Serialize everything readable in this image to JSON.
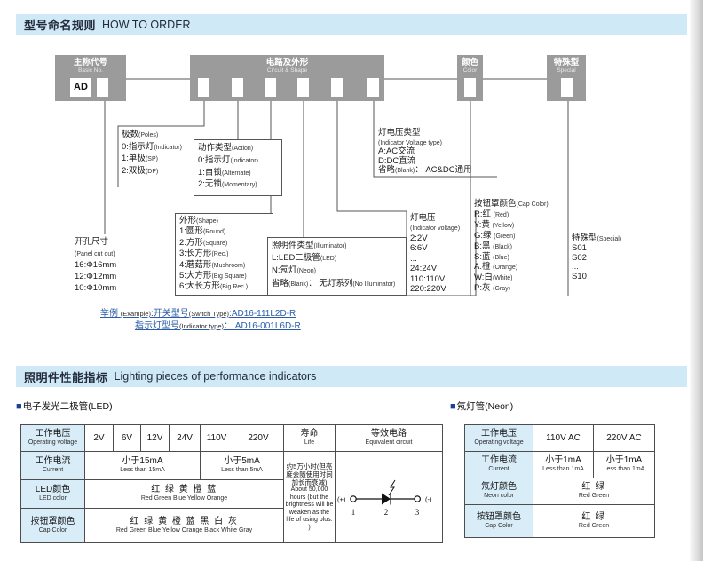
{
  "colors": {
    "header_bar": "#cfe9f6",
    "box_gray": "#9b9b9b",
    "link_blue": "#2b5ca8",
    "marker_blue": "#1c3f94",
    "table_header": "#d9edf8"
  },
  "section1": {
    "title_zh": "型号命名规则",
    "title_en": "HOW TO ORDER"
  },
  "section2": {
    "title_zh": "照明件性能指标",
    "title_en": "Lighting pieces of performance indicators"
  },
  "diagram": {
    "basic_no": {
      "label_zh": "主称代号",
      "label_en": "Basic No.",
      "code": "AD"
    },
    "circuit_shape": {
      "label_zh": "电路及外形",
      "label_en": "Circuit & Shape"
    },
    "color": {
      "label_zh": "颜色",
      "label_en": "Color"
    },
    "special": {
      "label_zh": "特殊型",
      "label_en": "Special"
    },
    "annotations": {
      "panel_cut": {
        "lines": [
          "开孔尺寸",
          "(Panel cut out)",
          "16:Φ16mm",
          "12:Φ12mm",
          "10:Φ10mm"
        ]
      },
      "poles": {
        "lines": [
          "极数(Poles)",
          "0:指示灯(Indicator)",
          "1:单极(SP)",
          "2:双极(DP)"
        ]
      },
      "action": {
        "lines": [
          "动作类型(Action)",
          "0:指示灯(Indicator)",
          "1:自锁(Alternate)",
          "2:无锁(Momentary)"
        ]
      },
      "shape": {
        "lines": [
          "外形(Shape)",
          "1:圆形(Round)",
          "2:方形(Square)",
          "3:长方形(Rec.)",
          "4:蘑菇形(Mushroom)",
          "5:大方形(Big Square)",
          "6:大长方形(Big Rec.)"
        ]
      },
      "illuminator": {
        "lines": [
          "照明件类型(Illuminator)",
          "L:LED二极管(LED)",
          "N:氖灯(Neon)",
          "省略(Blank)： 无灯系列(No Illuminator)"
        ]
      },
      "voltage": {
        "lines": [
          "灯电压",
          "(Indicator voltage)",
          "2:2V",
          "6:6V",
          "...",
          "24:24V",
          "110:110V",
          "220:220V"
        ]
      },
      "voltage_type": {
        "lines": [
          "灯电压类型",
          "(Indicator Voltage type)",
          "A:AC交流",
          "D:DC直流",
          "省略(Blank)： AC&DC通用"
        ]
      },
      "cap_color": {
        "lines": [
          "按钮罩颜色(Cap Color)",
          "R:红 (Red)",
          "Y:黄 (Yellow)",
          "G:绿 (Green)",
          "B:黑 (Black)",
          "S:蓝 (Blue)",
          "A:橙 (Orange)",
          "W:白(White)",
          "P:灰 (Gray)"
        ]
      },
      "special_list": {
        "lines": [
          "特殊型(Special)",
          "S01",
          "S02",
          "...",
          "S10",
          "..."
        ]
      }
    },
    "example": {
      "lines": [
        "举例 (Example):开关型号(Switch Type):AD16-111L2D-R",
        "指示灯型号(Indicator type)： AD16-001L6D-R"
      ]
    }
  },
  "led": {
    "marker": "■",
    "marker_label": "电子发光二极管(LED)",
    "headers": {
      "operating_voltage": {
        "zh": "工作电压",
        "en": "Operating voltage"
      },
      "current": {
        "zh": "工作电流",
        "en": "Current"
      },
      "led_color": {
        "zh": "LED颜色",
        "en": "LED color"
      },
      "cap_color": {
        "zh": "按钮罩颜色",
        "en": "Cap Color"
      },
      "life": {
        "zh": "寿命",
        "en": "Life"
      },
      "equivalent_circuit": {
        "zh": "等效电路",
        "en": "Equivalent circuit"
      }
    },
    "voltages": [
      "2V",
      "6V",
      "12V",
      "24V",
      "110V",
      "220V"
    ],
    "current_low": {
      "zh": "小于15mA",
      "en": "Less than 15mA"
    },
    "current_high": {
      "zh": "小于5mA",
      "en": "Less than 5mA"
    },
    "led_colors": {
      "zh": "红 绿 黄 橙 蓝",
      "en": "Red Green Blue Yellow Orange"
    },
    "cap_colors": {
      "zh": "红 绿 黄 橙 蓝 黑 白 灰",
      "en": "Red Green Blue Yellow Orange Black White Gray"
    },
    "life_text": {
      "zh": "约5万小时(但亮度会随使用时间加长而衰减)",
      "en": "About 50,000 hours (but the brightness will be weaken as the life of using plus. )"
    },
    "circuit": {
      "plus": "(+)",
      "minus": "(-)",
      "node1": "1",
      "node2": "2",
      "node3": "3"
    }
  },
  "neon": {
    "marker": "■",
    "marker_label": "氖灯管(Neon)",
    "headers": {
      "operating_voltage": {
        "zh": "工作电压",
        "en": "Operating voltage"
      },
      "current": {
        "zh": "工作电流",
        "en": "Current"
      },
      "neon_color": {
        "zh": "氖灯颜色",
        "en": "Neon color"
      },
      "cap_color": {
        "zh": "按钮罩颜色",
        "en": "Cap Color"
      }
    },
    "voltages": [
      "110V AC",
      "220V AC"
    ],
    "current1": {
      "zh": "小于1mA",
      "en": "Less than 1mA"
    },
    "current2": {
      "zh": "小于1mA",
      "en": "Less than 1mA"
    },
    "neon_colors": {
      "zh": "红 绿",
      "en": "Red Green"
    },
    "cap_colors": {
      "zh": "红 绿",
      "en": "Red Green"
    }
  }
}
